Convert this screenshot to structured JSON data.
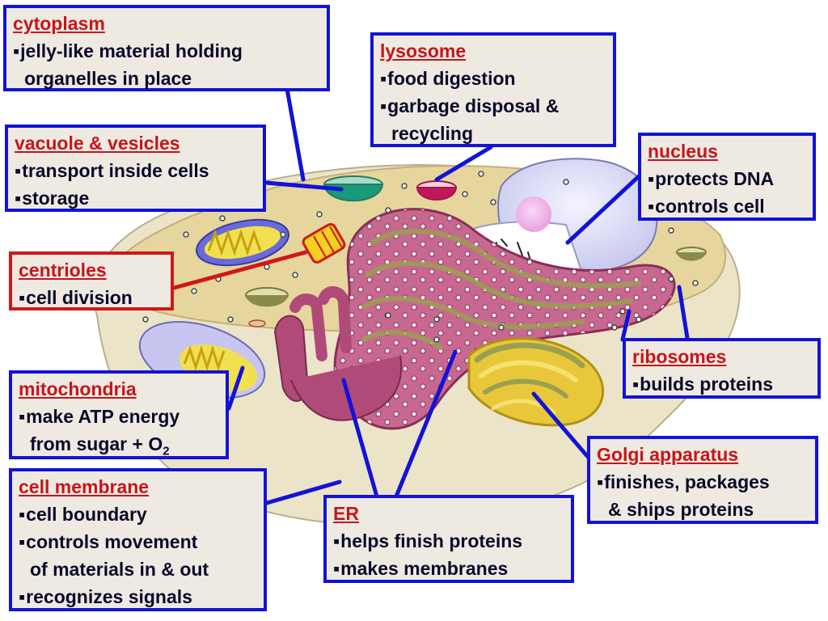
{
  "labels": {
    "cytoplasm": {
      "title": "cytoplasm",
      "lines": [
        "jelly-like material holding",
        "organelles in place"
      ]
    },
    "lysosome": {
      "title": "lysosome",
      "lines": [
        "food digestion",
        "garbage disposal &",
        "recycling"
      ]
    },
    "vacuole": {
      "title": "vacuole & vesicles",
      "lines": [
        "transport inside cells",
        "storage"
      ]
    },
    "nucleus": {
      "title": "nucleus",
      "lines": [
        "protects DNA",
        "controls cell"
      ]
    },
    "centrioles": {
      "title": "centrioles",
      "lines": [
        "cell division"
      ]
    },
    "ribosomes": {
      "title": "ribosomes",
      "lines": [
        "builds proteins"
      ]
    },
    "mitochondria": {
      "title": "mitochondria",
      "lines": [
        "make ATP energy",
        "from sugar + O",
        "2"
      ]
    },
    "golgi": {
      "title": "Golgi apparatus",
      "lines": [
        "finishes, packages",
        "& ships proteins"
      ]
    },
    "membrane": {
      "title": "cell membrane",
      "lines": [
        "cell boundary",
        "controls movement",
        "of materials in & out",
        "recognizes signals"
      ]
    },
    "er": {
      "title": "ER",
      "lines": [
        "helps finish proteins",
        "makes membranes"
      ]
    }
  },
  "colors": {
    "box_border": "#1212d8",
    "box_border_red": "#d01818",
    "title_red": "#c8141a",
    "box_fill": "#eeeae2",
    "cytoplasm": "#e6d6a0",
    "er": "#b04a78",
    "golgi": "#e8c83a",
    "nucleus": "#d8d8f4"
  }
}
